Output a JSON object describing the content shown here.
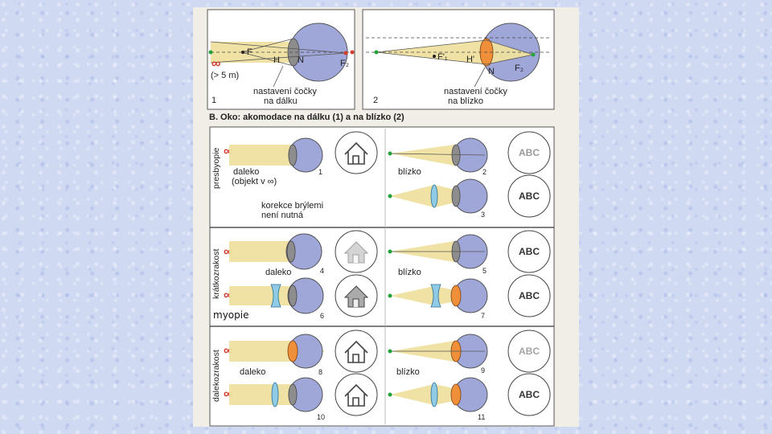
{
  "diagram_b": {
    "panel1": {
      "number": "1",
      "infinity": "∞",
      "distance": "(> 5 m)",
      "caption_line1": "nastavení čočky",
      "caption_line2": "na dálku",
      "labels": {
        "F1": "F",
        "H": "H",
        "N": "N",
        "F2": "F₂"
      }
    },
    "panel2": {
      "number": "2",
      "caption_line1": "nastavení čočky",
      "caption_line2": "na blízko",
      "labels": {
        "F1": "F'₁",
        "H": "H'",
        "N": "N",
        "F2": "F₂"
      }
    },
    "title": "B. Oko: akomodace na dálku (1) a na blízko (2)"
  },
  "table": {
    "rows": [
      {
        "side_label": "presbyopie",
        "far": {
          "infinity": "∞",
          "label_line1": "daleko",
          "label_line2": "(objekt v ∞)",
          "number": "1"
        },
        "note_line1": "korekce brýlemi",
        "note_line2": "není nutná",
        "near": {
          "label": "blízko",
          "number_top": "2",
          "number_bottom": "3"
        },
        "abc_top": "ABC",
        "abc_bottom": "ABC"
      },
      {
        "side_label": "krátkozrakost",
        "far": {
          "infinity_top": "∞",
          "infinity_bottom": "∞",
          "label": "daleko",
          "number_top": "4",
          "number_bottom": "6"
        },
        "near": {
          "label": "blízko",
          "number_top": "5",
          "number_bottom": "7"
        },
        "abc_top": "ABC",
        "abc_bottom": "ABC"
      },
      {
        "side_label": "dalekozrakost",
        "far": {
          "infinity_top": "∞",
          "infinity_bottom": "∞",
          "label": "daleko",
          "number_top": "8",
          "number_bottom": "10"
        },
        "near": {
          "label": "blízko",
          "number_top": "9",
          "number_bottom": "11"
        },
        "abc_top": "ABC",
        "abc_bottom": "ABC"
      }
    ]
  },
  "overlay_label": "myopie",
  "colors": {
    "beam": "#efe0a0",
    "eye": "#9fa6d8",
    "lens_orange": "#ef8f3a",
    "glass": "#8fcbe6",
    "infinity": "#d23c2c",
    "object_dot": "#22a33a"
  }
}
